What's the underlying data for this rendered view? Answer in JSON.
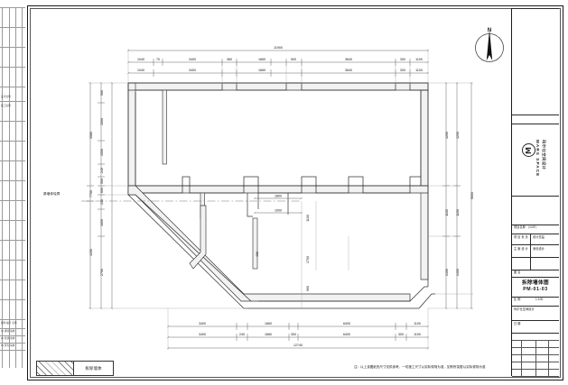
{
  "sheet": {
    "title_cn": "拆除墙体图",
    "drawing_number": "PM-01-03",
    "note": "注：以上该图纸的尺寸仅供参考，一切施工尺寸以实际现场为准，如有所突更以实际现场为准",
    "centerline_label": "原墙体轮廓"
  },
  "legend": {
    "label": "拆除墙体",
    "hatch_color": "#555555"
  },
  "compass": {
    "icon": "north-arrow-icon",
    "label": "N"
  },
  "logo": {
    "mark": "M",
    "english": "MARS SPACE",
    "chinese": "玛尔仕空间设计"
  },
  "title_block": {
    "rows": [
      {
        "label": "项目名称",
        "value": "（1/4F）"
      },
      {
        "label": "设计单位",
        "value": "玛尔仕空间设计"
      },
      {
        "label": "项 目 负 责",
        "value": "设计总监"
      },
      {
        "label": "主 案 设 计",
        "value": "深化设计"
      },
      {
        "label": "图 名",
        "value": "拆除墙体图"
      },
      {
        "label": "图 号",
        "value": "PM-01-03"
      },
      {
        "label": "比 例",
        "value": "1:100"
      },
      {
        "label": "日 期",
        "value": ""
      }
    ]
  },
  "chart_data": {
    "type": "table",
    "title": "拆除墙体图 PM-01-03",
    "dim_top_overall": "11900",
    "dim_bottom_overall": "12740",
    "dim_top_chain_a": [
      "1040",
      "70",
      "3400",
      "360",
      "1660",
      "500",
      "3640",
      "300",
      "1100"
    ],
    "dim_top_chain_b": [
      "1040",
      "3400",
      "1660",
      "3640",
      "300",
      "1100"
    ],
    "dim_bottom_chain_a": [
      "3400",
      "1660",
      "6400",
      "1100"
    ],
    "dim_bottom_chain_b": [
      "3400",
      "240",
      "1660",
      "300",
      "6400",
      "300",
      "1100"
    ],
    "dim_left_chain": [
      "500",
      "1500",
      "1500",
      "240",
      "500",
      "600",
      "240",
      "1000",
      "2700"
    ],
    "dim_left_overall": [
      "3580",
      "7700",
      "4200"
    ],
    "dim_right_chain": [
      "4200",
      "1100",
      "2400"
    ],
    "dim_right_overall": [
      "9000"
    ],
    "dim_interior": [
      "1800",
      "1000",
      "1100",
      "1700",
      "900",
      "400"
    ]
  }
}
